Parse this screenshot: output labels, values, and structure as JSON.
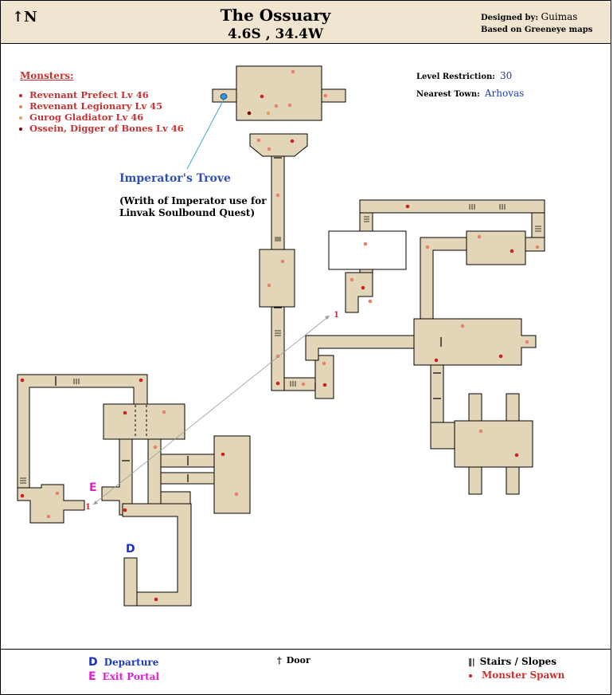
{
  "header": {
    "title": "The Ossuary",
    "coordinates": "4.6S , 34.4W",
    "designed_by_label": "Designed by:",
    "designed_by": "Guimas",
    "based_on": "Based on Greeneye maps",
    "north_label": "N"
  },
  "monsters": {
    "heading": "Monsters:",
    "items": [
      {
        "name": "Revenant Prefect Lv 46",
        "color": "#d02020"
      },
      {
        "name": "Revenant Legionary Lv 45",
        "color": "#e8826a"
      },
      {
        "name": "Gurog Gladiator Lv 46",
        "color": "#e0a060"
      },
      {
        "name": "Ossein, Digger of Bones Lv 46",
        "color": "#7a0a0a"
      }
    ]
  },
  "info": {
    "level_label": "Level Restriction:",
    "level_value": "30",
    "town_label": "Nearest Town:",
    "town_value": "Arhovas"
  },
  "annotations": {
    "trove_label": "Imperator's Trove",
    "trove_note": "(Writh of Imperator use for Linvak Soulbound Quest)",
    "teleport_marker": "1",
    "departure_marker": "D",
    "exit_marker": "E"
  },
  "legend": {
    "departure_letter": "D",
    "departure": "Departure",
    "exit_letter": "E",
    "exit": "Exit Portal",
    "door": "Door",
    "stairs": "Stairs / Slopes",
    "spawn": "Monster Spawn"
  },
  "colors": {
    "floor": "#e3d6b8",
    "outline": "#000000",
    "spawn": "#d02020",
    "marker_d": "#1a2fd0",
    "marker_e": "#e020d0",
    "text_red": "#c83232",
    "text_blue": "#1f3ab5"
  }
}
